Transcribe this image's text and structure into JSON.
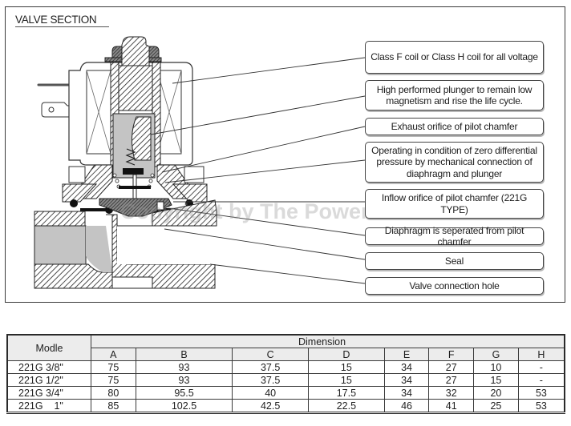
{
  "section": {
    "title": "VALVE SECTION"
  },
  "callouts": [
    {
      "id": "coil",
      "text": "Class F coil or Class H coil for all voltage"
    },
    {
      "id": "plunger",
      "text": "High performed plunger to remain low magnetism and rise the life cycle."
    },
    {
      "id": "exhaust-orifice",
      "text": "Exhaust orifice of pilot chamfer"
    },
    {
      "id": "zero-differential",
      "text": "Operating in condition of  zero differential pressure by mechanical connection of diaphragm and plunger"
    },
    {
      "id": "inflow-orifice",
      "text": "Inflow orifice of pilot chamfer (221G TYPE)"
    },
    {
      "id": "diaphragm",
      "text": "Diaphragm is seperated from pilot chamfer"
    },
    {
      "id": "seal",
      "text": "Seal"
    },
    {
      "id": "connection-hole",
      "text": "Valve connection hole"
    }
  ],
  "watermark": "Copyright by The Power Smart",
  "table": {
    "model_header": "Modle",
    "group_header": "Dimension",
    "columns": [
      "A",
      "B",
      "C",
      "D",
      "E",
      "F",
      "G",
      "H"
    ],
    "rows": [
      {
        "model": "221G 3/8\"",
        "values": [
          "75",
          "93",
          "37.5",
          "15",
          "34",
          "27",
          "10",
          "-"
        ]
      },
      {
        "model": "221G 1/2\"",
        "values": [
          "75",
          "93",
          "37.5",
          "15",
          "34",
          "27",
          "15",
          "-"
        ]
      },
      {
        "model": "221G 3/4\"",
        "values": [
          "80",
          "95.5",
          "40",
          "17.5",
          "34",
          "32",
          "20",
          "53"
        ]
      },
      {
        "model": "221G    1\"",
        "values": [
          "85",
          "102.5",
          "42.5",
          "22.5",
          "46",
          "41",
          "25",
          "53"
        ]
      }
    ]
  },
  "colors": {
    "line": "#2b2b2b",
    "fill_gray": "#c4c4c4",
    "header_bg": "#ececec"
  }
}
